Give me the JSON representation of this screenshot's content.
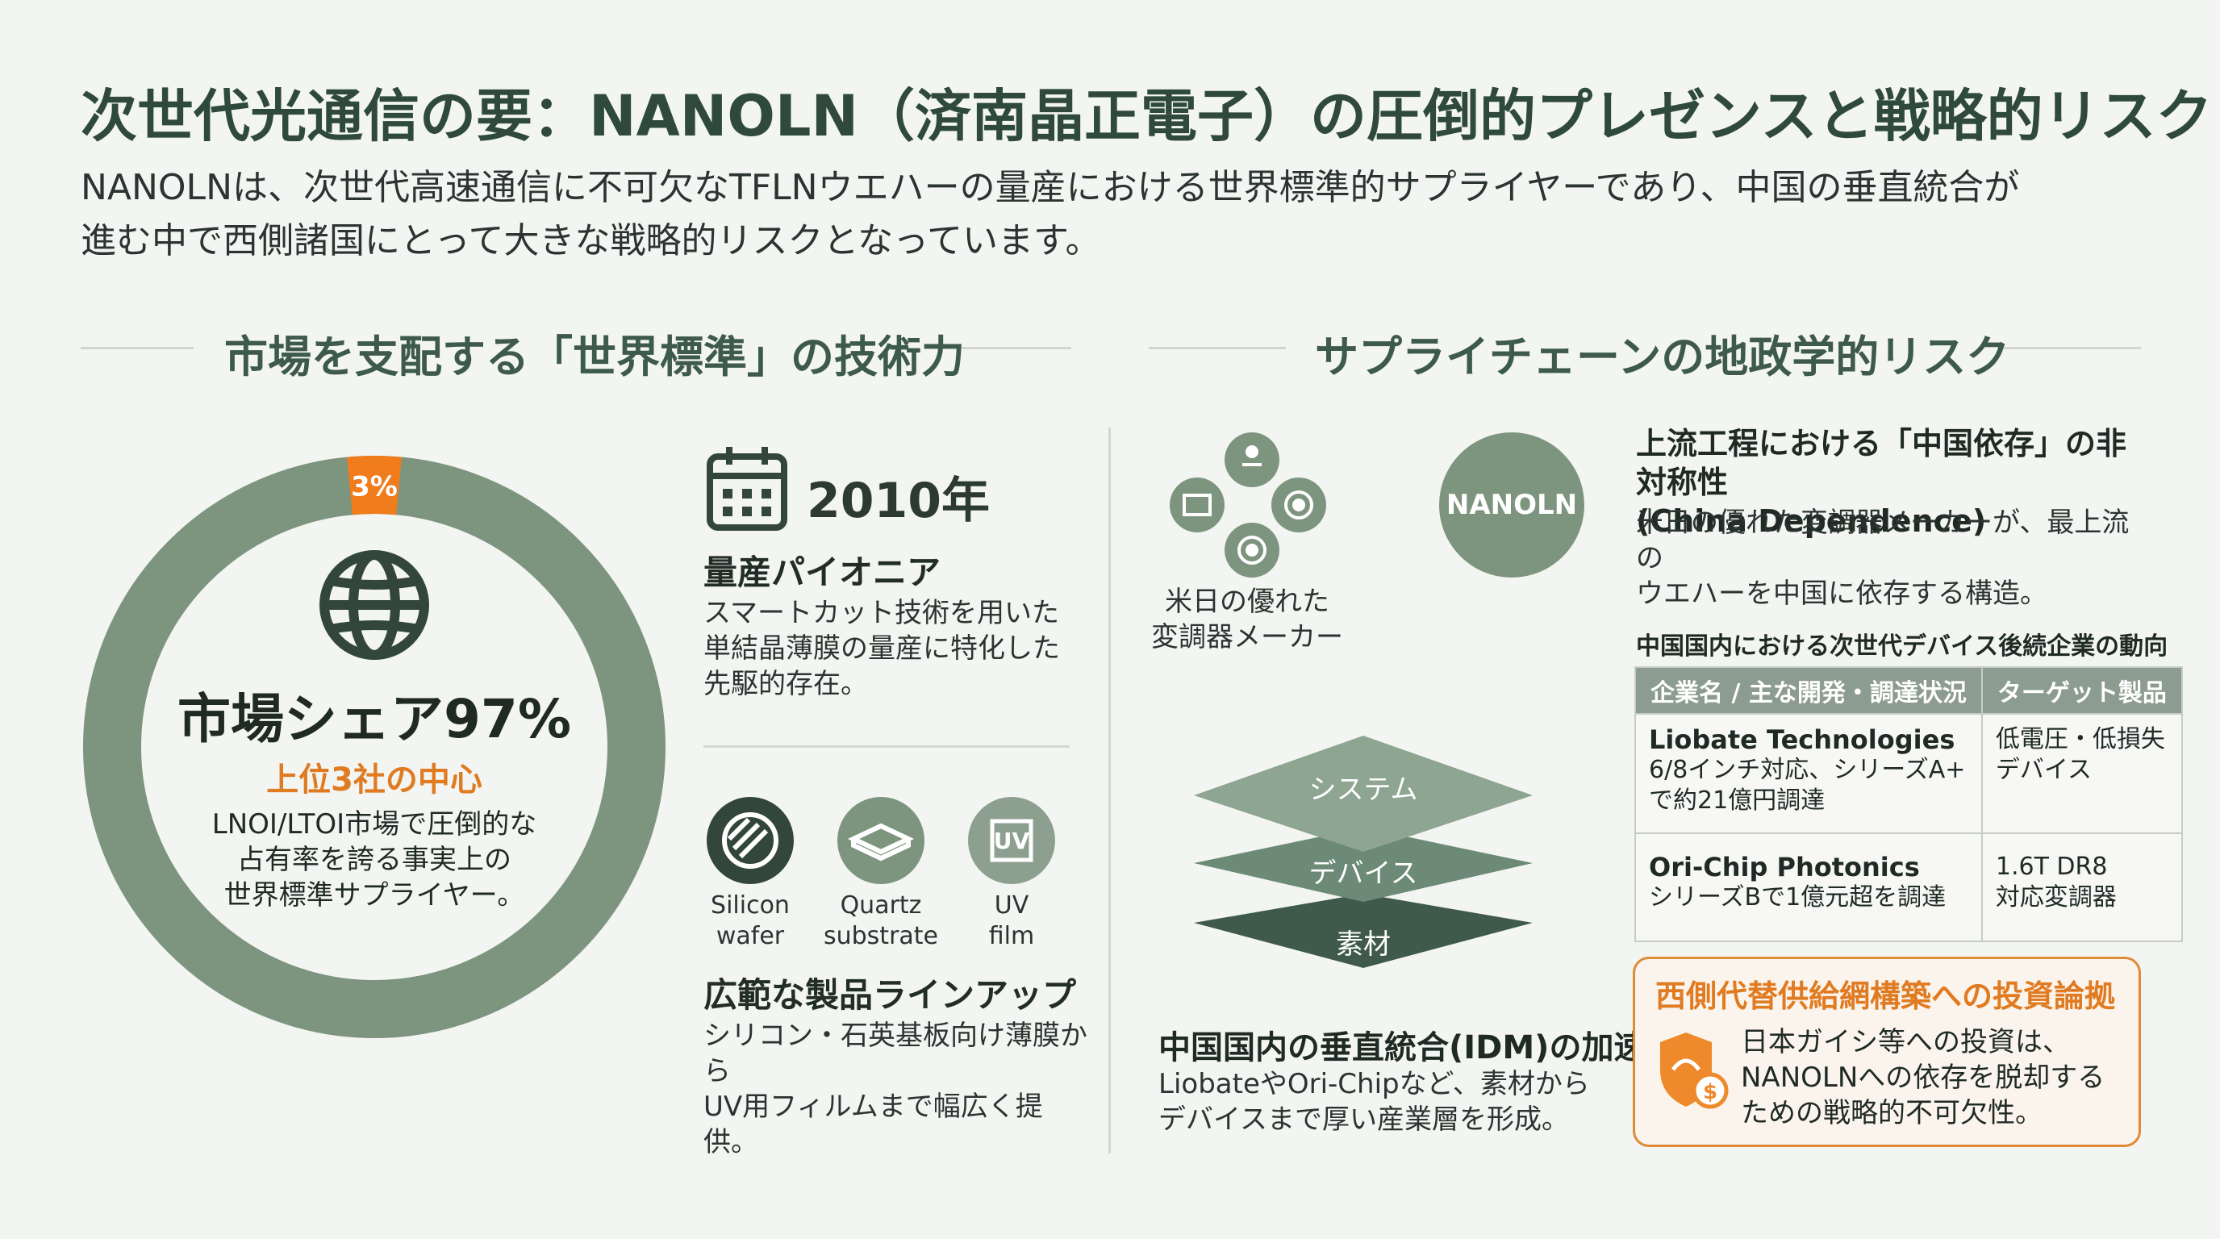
{
  "header": {
    "title": "次世代光通信の要：NANOLN（済南晶正電子）の圧倒的プレゼンスと戦略的リスク",
    "intro_line1": "NANOLNは、次世代高速通信に不可欠なTFLNウエハーの量産における世界標準的サプライヤーであり、中国の垂直統合が",
    "intro_line2": "進む中で西側諸国にとって大きな戦略的リスクとなっています。"
  },
  "left": {
    "section_title": "市場を支配する「世界標準」の技術力",
    "donut": {
      "share_percent": 97,
      "other_percent": 3,
      "other_label": "3%",
      "main_label": "市場シェア97%",
      "sub_label": "上位3社の中心",
      "desc_line1": "LNOI/LTOI市場で圧倒的な",
      "desc_line2": "占有率を誇る事実上の",
      "desc_line3": "世界標準サプライヤー。",
      "colors": {
        "main": "#7d957f",
        "other": "#f07c1c"
      }
    },
    "pioneer": {
      "year": "2010年",
      "title": "量産パイオニア",
      "line1": "スマートカット技術を用いた",
      "line2": "単結晶薄膜の量産に特化した",
      "line3": "先駆的存在。"
    },
    "products": {
      "items": [
        {
          "line1": "Silicon",
          "line2": "wafer"
        },
        {
          "line1": "Quartz",
          "line2": "substrate"
        },
        {
          "line1": "UV",
          "line2": "film",
          "icon_text": "UV"
        }
      ],
      "title": "広範な製品ラインアップ",
      "line1": "シリコン・石英基板向け薄膜から",
      "line2": "UV用フィルムまで幅広く提供。"
    }
  },
  "right": {
    "section_title": "サプライチェーンの地政学的リスク",
    "makers_label_line1": "米日の優れた",
    "makers_label_line2": "変調器メーカー",
    "nanoln_label": "NANOLN",
    "dependence": {
      "title_line1": "上流工程における「中国依存」の非対称性",
      "title_line2": "(China Dependence)",
      "line1": "米日の優れた変調器メーカーが、最上流の",
      "line2": "ウエハーを中国に依存する構造。"
    },
    "stack": {
      "layers": [
        "システム",
        "デバイス",
        "素材"
      ],
      "title": "中国国内の垂直統合(IDM)の加速",
      "line1": "LiobateやOri-Chipなど、素材から",
      "line2": "デバイスまで厚い産業層を形成。"
    },
    "table": {
      "caption": "中国国内における次世代デバイス後続企業の動向",
      "headers": [
        "企業名 / 主な開発・調達状況",
        "ターゲット製品"
      ],
      "rows": [
        {
          "company": "Liobate Technologies",
          "status_line1": "6/8インチ対応、シリーズA+",
          "status_line2": "で約21億円調達",
          "target_line1": "低電圧・低損失",
          "target_line2": "デバイス"
        },
        {
          "company": "Ori-Chip Photonics",
          "status_line1": "シリーズBで1億元超を調達",
          "status_line2": "",
          "target_line1": "1.6T DR8",
          "target_line2": "対応変調器"
        }
      ]
    },
    "investment": {
      "title": "西側代替供給網構築への投資論拠",
      "line1": "日本ガイシ等への投資は、",
      "line2": "NANOLNへの依存を脱却する",
      "line3": "ための戦略的不可欠性。"
    }
  }
}
